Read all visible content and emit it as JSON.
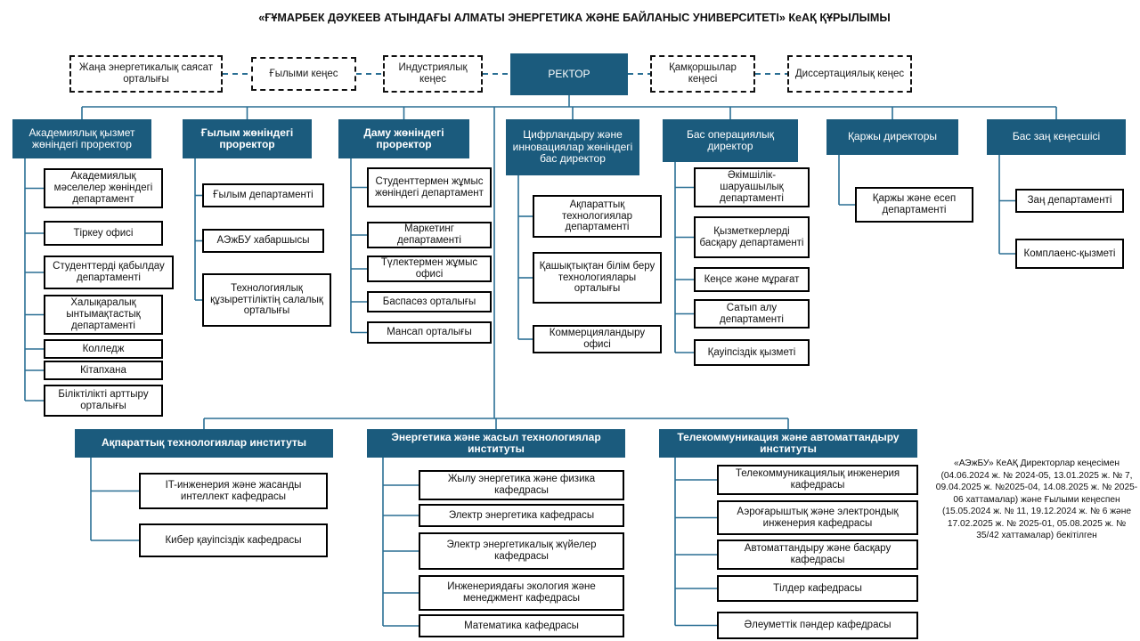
{
  "title": "«ҒҰМАРБЕК ДӘУКЕЕВ АТЫНДАҒЫ АЛМАТЫ ЭНЕРГЕТИКА ЖӘНЕ БАЙЛАНЫС УНИВЕРСИТЕТІ» КеАҚ ҚҰРЫЛЫМЫ",
  "colors": {
    "teal": "#1b5b7d",
    "line": "#2a6f94",
    "box_border": "#000000",
    "text": "#111111",
    "background": "#ffffff"
  },
  "rector": {
    "label": "РЕКТОР"
  },
  "advisory_left": [
    {
      "label": "Жаңа энергетикалық саясат орталығы"
    },
    {
      "label": "Ғылыми кеңес"
    },
    {
      "label": "Индустриялық кеңес"
    }
  ],
  "advisory_right": [
    {
      "label": "Қамқоршылар кеңесі"
    },
    {
      "label": "Диссертациялық кеңес"
    }
  ],
  "columns": [
    {
      "head": "Академиялық қызмет жөніндегі проректор",
      "head_bold": false,
      "items": [
        {
          "label": "Академиялық мәселелер жөніндегі департамент"
        },
        {
          "label": "Тіркеу офисі"
        },
        {
          "label": "Студенттерді қабылдау департаменті"
        },
        {
          "label": "Халықаралық ынтымақтастық департаменті"
        },
        {
          "label": "Колледж"
        },
        {
          "label": "Кітапхана"
        },
        {
          "label": "Біліктілікті арттыру орталығы"
        }
      ]
    },
    {
      "head": "Ғылым жөніндегі проректор",
      "head_bold": true,
      "items": [
        {
          "label": "Ғылым департаменті"
        },
        {
          "label": "АЭжБУ хабаршысы"
        },
        {
          "label": "Технологиялық құзыреттіліктің салалық орталығы"
        }
      ]
    },
    {
      "head": "Даму жөніндегі проректор",
      "head_bold": true,
      "items": [
        {
          "label": "Студенттермен жұмыс жөніндегі департамент"
        },
        {
          "label": "Маркетинг департаменті"
        },
        {
          "label": "Түлектермен жұмыс офисі"
        },
        {
          "label": "Баспасөз орталығы"
        },
        {
          "label": "Мансап орталығы"
        }
      ]
    },
    {
      "head": "Цифрландыру және инновациялар жөніндегі бас  директор",
      "head_bold": false,
      "items": [
        {
          "label": "Ақпараттық технологиялар департаменті"
        },
        {
          "label": "Қашықтықтан білім беру технологиялары орталығы"
        },
        {
          "label": "Коммерцияландыру офисі"
        }
      ]
    },
    {
      "head": "Бас операциялық директор",
      "head_bold": false,
      "items": [
        {
          "label": "Әкімшілік-шаруашылық департаменті"
        },
        {
          "label": "Қызметкерлерді басқару департаменті"
        },
        {
          "label": "Кеңсе және мұрағат"
        },
        {
          "label": "Сатып алу департаменті"
        },
        {
          "label": "Қауіпсіздік қызметі"
        }
      ]
    },
    {
      "head": "Қаржы директоры",
      "head_bold": false,
      "items": [
        {
          "label": "Қаржы және есеп департаменті"
        }
      ]
    },
    {
      "head": "Бас заң кеңесшісі",
      "head_bold": false,
      "items": [
        {
          "label": "Заң департаменті"
        },
        {
          "label": "Комплаенс-қызметі"
        }
      ]
    }
  ],
  "institutes": [
    {
      "head": "Ақпараттық технологиялар институты",
      "items": [
        {
          "label": "IT-инженерия және жасанды интеллект кафедрасы"
        },
        {
          "label": "Кибер қауіпсіздік кафедрасы"
        }
      ]
    },
    {
      "head": "Энергетика және жасыл технологиялар институты",
      "items": [
        {
          "label": "Жылу энергетика және физика кафедрасы"
        },
        {
          "label": "Электр энергетика кафедрасы"
        },
        {
          "label": "Электр энергетикалық жүйелер кафедрасы"
        },
        {
          "label": "Инженериядағы экология және менеджмент кафедрасы"
        },
        {
          "label": "Математика кафедрасы"
        }
      ]
    },
    {
      "head": "Телекоммуникация және автоматтандыру институты",
      "items": [
        {
          "label": "Телекоммуникациялық инженерия кафедрасы"
        },
        {
          "label": "Аэроғарыштық және электрондық инженерия кафедрасы"
        },
        {
          "label": "Автоматтандыру және басқару кафедрасы"
        },
        {
          "label": "Тілдер кафедрасы"
        },
        {
          "label": "Әлеуметтік пәндер кафедрасы"
        }
      ]
    }
  ],
  "footnote": "«АЭжБУ» КеАҚ Директорлар кеңесімен (04.06.2024 ж. № 2024-05, 13.01.2025 ж. № 7, 09.04.2025 ж. №2025-04, 14.08.2025 ж. № 2025-06 хаттамалар) және Ғылыми кеңеспен (15.05.2024 ж. № 11, 19.12.2024 ж. № 6 және 17.02.2025 ж. № 2025-01, 05.08.2025 ж. № 35/42 хаттамалар) бекітілген"
}
